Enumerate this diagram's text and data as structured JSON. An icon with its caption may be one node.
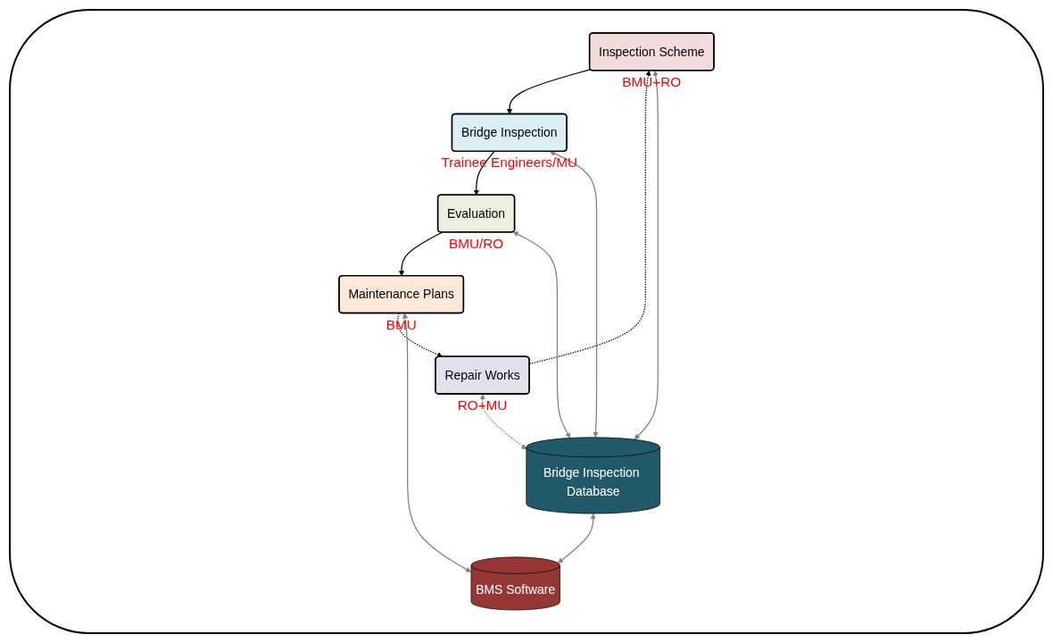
{
  "diagram": {
    "nodes": [
      {
        "text": [
          "Inspection Scheme"
        ],
        "beside": [
          "BMU+RO"
        ]
      },
      {
        "text": [
          "Repair Works"
        ],
        "beside": [
          "RO+MU"
        ]
      },
      {
        "text": [
          "Bridge Inspection Database"
        ]
      },
      {
        "text": [
          "Bridge Inspection"
        ],
        "beside": [
          "Trainee Engineers/MU"
        ]
      },
      {
        "text": [
          "Maintenance Plans"
        ],
        "beside": [
          "BMU"
        ]
      },
      {
        "text": [
          "BMS Software"
        ]
      },
      {
        "text": [
          "Evaluation"
        ],
        "beside": [
          "BMU/RO"
        ]
      }
    ],
    "edges": [
      {
        "from": 0,
        "to": 3,
        "arrow": "to",
        "color": "#000000"
      },
      {
        "from": 3,
        "to": 6,
        "arrow": "to",
        "color": "#000000"
      },
      {
        "from": 6,
        "to": 4,
        "arrow": "to",
        "color": "#000000"
      },
      {
        "from": 4,
        "to": 1,
        "arrow": "to",
        "style": "dashed",
        "color": "#000000"
      },
      {
        "from": 1,
        "to": 0,
        "arrow": "to",
        "style": "dashed",
        "color": "#000000"
      },
      {
        "from": 2,
        "to": 0,
        "arrow": "both"
      },
      {
        "from": 2,
        "to": 3,
        "arrow": "both"
      },
      {
        "from": 2,
        "to": 6,
        "arrow": "both"
      },
      {
        "from": 2,
        "to": 5,
        "arrow": "both"
      },
      {
        "from": 5,
        "to": 4,
        "arrow": "both"
      },
      {
        "from": 1,
        "to": 2,
        "arrow": "both",
        "style": "dashed"
      }
    ]
  }
}
